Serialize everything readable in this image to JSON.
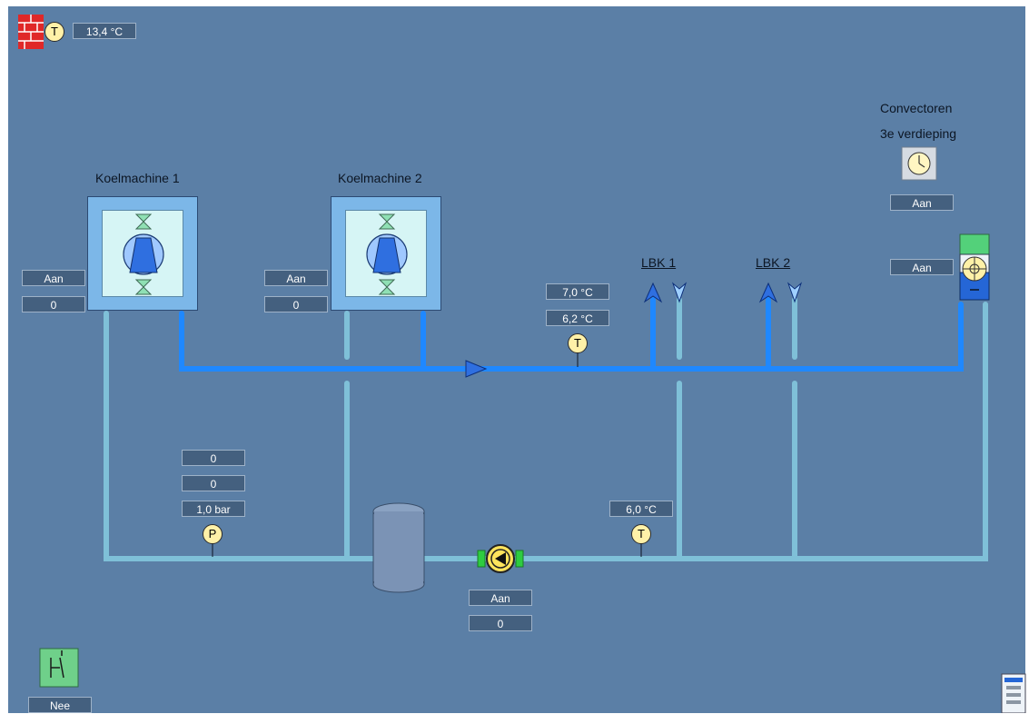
{
  "outdoor": {
    "temperature": "13,4 °C",
    "sensor_letter": "T"
  },
  "chillers": [
    {
      "title": "Koelmachine 1",
      "status": "Aan",
      "value": "0"
    },
    {
      "title": "Koelmachine 2",
      "status": "Aan",
      "value": "0"
    }
  ],
  "supply": {
    "temp1": "7,0 °C",
    "temp2": "6,2 °C",
    "sensor_letter": "T"
  },
  "return_line": {
    "temp": "6,0 °C",
    "sensor_letter": "T"
  },
  "pressure": {
    "value1": "0",
    "value2": "0",
    "pressure": "1,0 bar",
    "sensor_letter": "P"
  },
  "consumers": {
    "lbk1": "LBK 1",
    "lbk2": "LBK 2"
  },
  "convectors": {
    "title_line1": "Convectoren",
    "title_line2": "3e verdieping",
    "schedule_status": "Aan",
    "fan_status": "Aan"
  },
  "pump": {
    "status": "Aan",
    "value": "0"
  },
  "switch": {
    "status": "Nee"
  },
  "colors": {
    "background": "#5b7fa6",
    "supply_pipe": "#1f88ff",
    "return_pipe": "#7fc0d8",
    "value_box": "#44607f"
  }
}
